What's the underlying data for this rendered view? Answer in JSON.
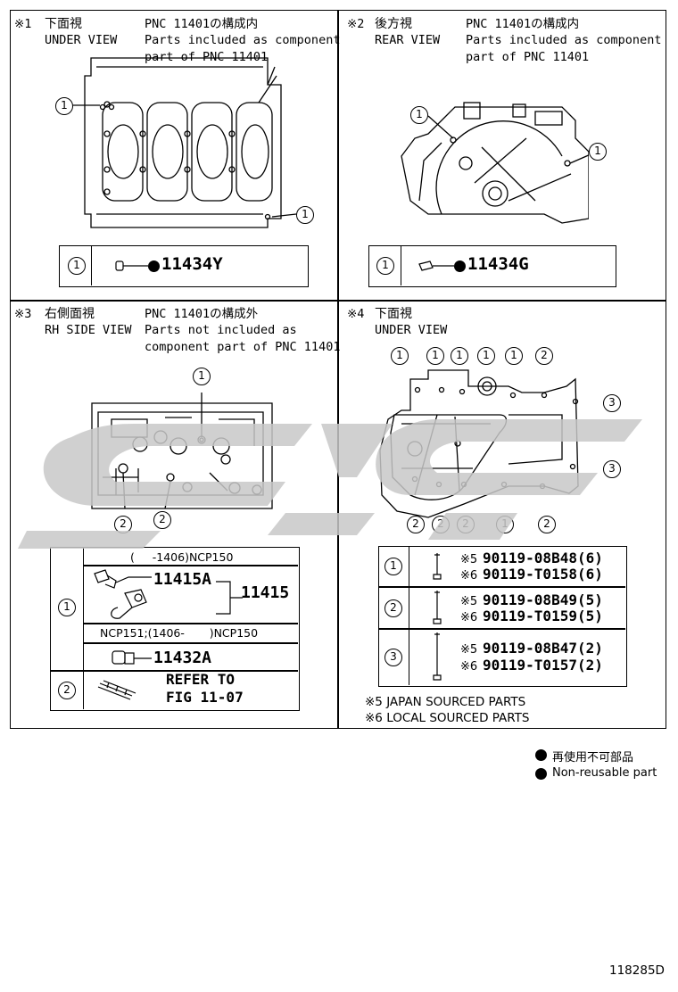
{
  "panel1": {
    "mark": "※1",
    "title_jp": "下面視",
    "title_en": "UNDER VIEW",
    "pnc_line": "PNC 11401の構成内",
    "desc1": "Parts included as component",
    "desc2": "part of PNC 11401",
    "callout": "1",
    "row_num": "1",
    "part": "11434Y"
  },
  "panel2": {
    "mark": "※2",
    "title_jp": "後方視",
    "title_en": "REAR VIEW",
    "pnc_line": "PNC 11401の構成内",
    "desc1": "Parts included as component",
    "desc2": "part of PNC 11401",
    "callout": "1",
    "row_num": "1",
    "part": "11434G"
  },
  "panel3": {
    "mark": "※3",
    "title_jp": "右側面視",
    "title_en": "RH SIDE VIEW",
    "pnc_line": "PNC 11401の構成外",
    "desc1": "Parts not included as",
    "desc2": "component part of PNC 11401",
    "callouts": [
      "1",
      "2",
      "2"
    ],
    "table": {
      "row1_num": "1",
      "range1": "(     -1406)NCP150",
      "part_a": "11415A",
      "part_group": "11415",
      "range2": "NCP151;(1406-       )NCP150",
      "part_b": "11432A",
      "row2_num": "2",
      "refer1": "REFER TO",
      "refer2": "FIG 11-07"
    }
  },
  "panel4": {
    "mark": "※4",
    "title_jp": "下面視",
    "title_en": "UNDER VIEW",
    "top_callouts": [
      "1",
      "1",
      "1",
      "1",
      "1",
      "2"
    ],
    "right_callouts": [
      "3",
      "3"
    ],
    "bottom_callouts": [
      "2",
      "2",
      "2",
      "1",
      "2"
    ],
    "rows": [
      {
        "num": "1",
        "p5": "90119-08B48(6)",
        "p6": "90119-T0158(6)"
      },
      {
        "num": "2",
        "p5": "90119-08B49(5)",
        "p6": "90119-T0159(5)"
      },
      {
        "num": "3",
        "p5": "90119-08B47(2)",
        "p6": "90119-T0157(2)"
      }
    ],
    "prefix5": "※5",
    "prefix6": "※6",
    "note5": "※5 JAPAN SOURCED PARTS",
    "note6": "※6 LOCAL SOURCED PARTS"
  },
  "legend": {
    "jp": "再使用不可部品",
    "en": "Non-reusable part"
  },
  "figure_id": "118285D",
  "colors": {
    "watermark": "#c8c8c8",
    "line": "#000000"
  }
}
